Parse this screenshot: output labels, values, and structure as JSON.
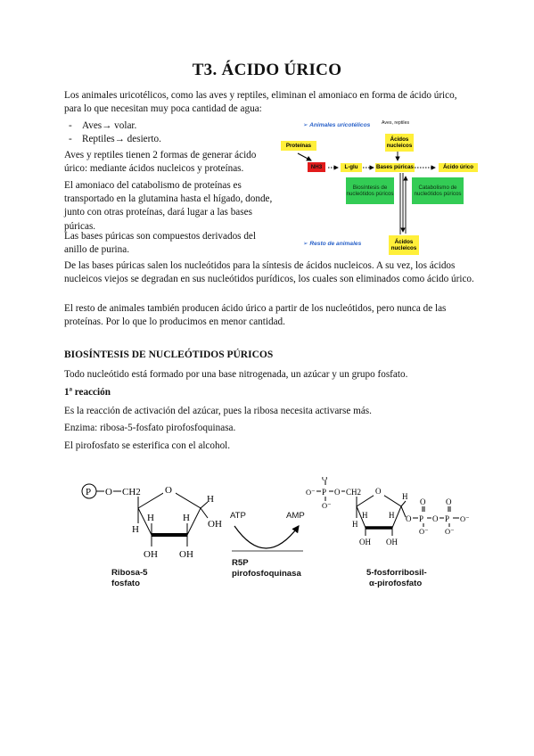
{
  "document": {
    "title": "T3. ÁCIDO ÚRICO",
    "intro": "Los animales uricotélicos, como las aves y reptiles, eliminan el amoniaco en forma de ácido úrico, para lo que necesitan muy poca cantidad de agua:",
    "bullets": [
      {
        "dash": "-",
        "text": "Aves→ volar."
      },
      {
        "dash": "-",
        "text": "Reptiles→ desierto."
      }
    ],
    "para_two_ways": "Aves y reptiles tienen 2 formas de generar ácido úrico: mediante ácidos nucleicos y proteínas.",
    "para_ammonia": "El amoniaco del catabolismo de proteínas es transportado en la glutamina hasta el hígado, donde, junto con otras proteínas, dará lugar a las bases púricas.",
    "para_bases": "Las bases púricas son compuestos derivados del anillo de purina.",
    "para_nucleotides": "De las bases púricas salen los nucleótidos para la síntesis de ácidos nucleicos. A su vez, los ácidos nucleicos viejos se degradan en sus nucleótidos purídicos, los cuales son eliminados como ácido úrico.",
    "para_rest": "El resto de animales también producen ácido úrico a partir de los nucleótidos, pero nunca de las proteínas. Por lo que lo producimos en menor cantidad.",
    "section_heading": "BIOSÍNTESIS DE NUCLEÓTIDOS PÚRICOS",
    "section_intro": "Todo nucleótido está formado por una base nitrogenada, un azúcar y un grupo fosfato.",
    "reaction_title": "1ª reacción",
    "reaction_desc": "Es la reacción de activación del azúcar, pues la ribosa necesita activarse más.",
    "enzyme_line": "Enzima: ribosa-5-fosfato pirofosfoquinasa.",
    "ester_line": "El pirofosfato se esterifica con el alcohol."
  },
  "diagram": {
    "header_uricotelic": "➢ Animales uricotélicos",
    "header_note": "Aves, reptiles",
    "proteins": "Proteínas",
    "nh3": "NH3",
    "glu": "L-glu",
    "purine_bases": "Bases púricas",
    "uric_acid": "Ácido úrico",
    "nucleic_acids_top": "Ácidos nucleicos",
    "nucleic_acids_bottom": "Ácidos nucleicos",
    "biosynthesis": "Biosíntesis de nucleótidos púricos",
    "catabolism": "Catabolismo de nucleótidos púricos",
    "rest_animals": "➢ Resto de animales",
    "colors": {
      "yellow": "#ffef3a",
      "red": "#e21b1b",
      "green": "#33cc55",
      "blue_label": "#2a62c9"
    }
  },
  "reaction": {
    "left_label_1": "Ribosa-5",
    "left_label_2": "fosfato",
    "atp": "ATP",
    "amp": "AMP",
    "enzyme_1": "R5P",
    "enzyme_2": "pirofosfoquinasa",
    "right_label_1": "5-fosforribosil-",
    "right_label_2": "α-pirofosfato",
    "phosphate_symbol": "P",
    "left_formula": {
      "o": "O",
      "ch2": "CH2",
      "h": "H",
      "oh": "OH"
    },
    "right_formula": {
      "o_minus": "O⁻",
      "p": "P",
      "o": "O",
      "ch2": "CH2",
      "h": "H",
      "oh": "OH"
    }
  }
}
